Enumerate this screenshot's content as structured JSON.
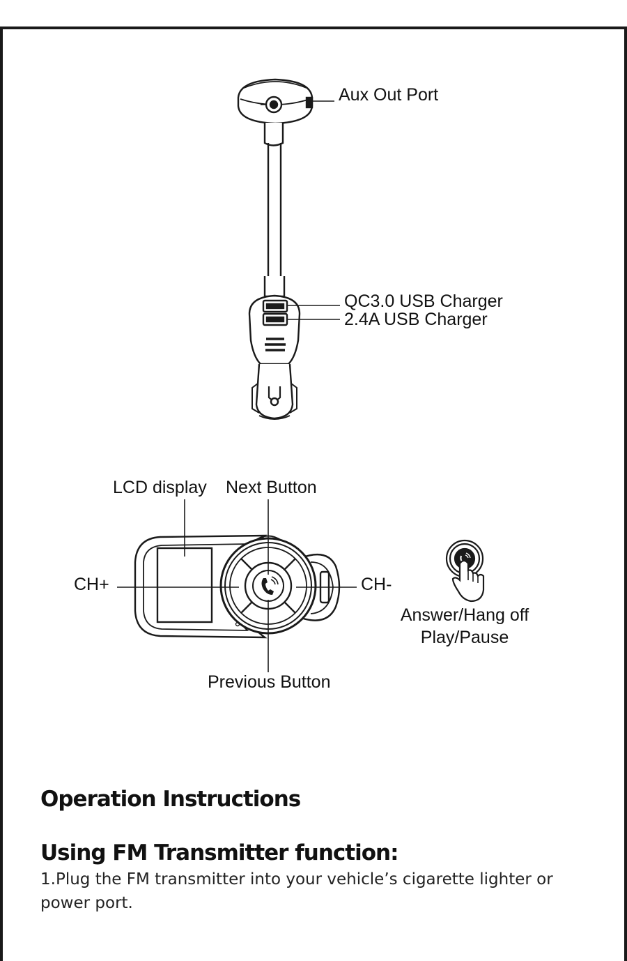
{
  "diagram_top": {
    "labels": {
      "aux_out": "Aux Out Port",
      "qc_usb": "QC3.0 USB Charger",
      "usb_24": "2.4A USB Charger"
    }
  },
  "diagram_bottom": {
    "labels": {
      "lcd": "LCD display",
      "next": "Next Button",
      "ch_plus": "CH+",
      "ch_minus": "CH-",
      "previous": "Previous Button",
      "answer": "Answer/Hang off",
      "play": "Play/Pause"
    }
  },
  "section": {
    "heading": "Operation Instructions",
    "subheading": "Using FM Transmitter function:",
    "step_1": "1.Plug the FM transmitter into your vehicle’s cigarette lighter or power port."
  },
  "icons": [
    "phone-icon",
    "hand-press-icon"
  ]
}
